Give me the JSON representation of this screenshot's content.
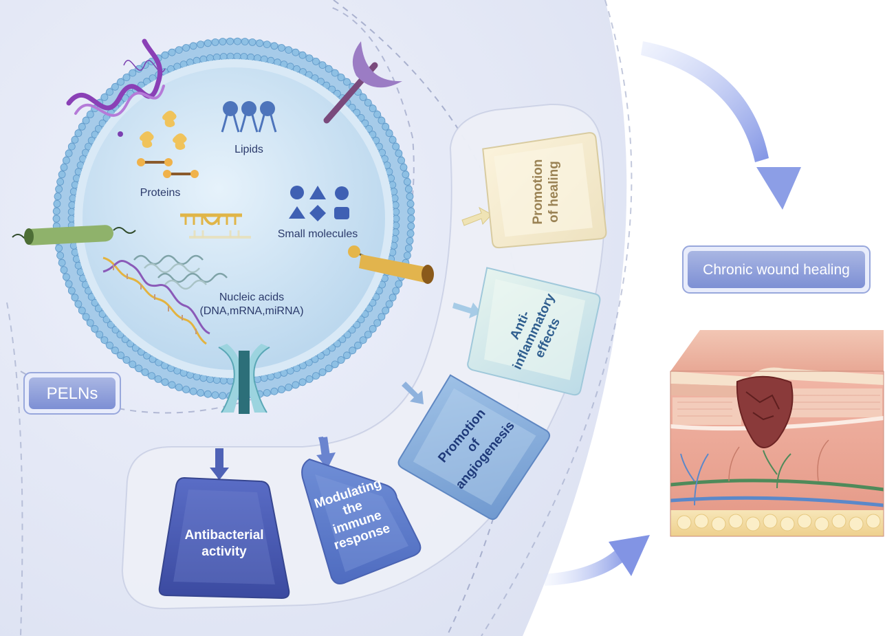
{
  "vesicle": {
    "lipids_label": "Lipids",
    "proteins_label": "Proteins",
    "small_molecules_label": "Small molecules",
    "nucleic_acids_line1": "Nucleic acids",
    "nucleic_acids_line2": "(DNA,mRNA,miRNA)"
  },
  "pelns_label": "PELNs",
  "effects": {
    "promotion_healing": [
      "Promotion",
      "of healing"
    ],
    "anti_inflammatory": [
      "Anti-",
      "inflammatory",
      "effects"
    ],
    "angiogenesis": [
      "Promotion",
      "of",
      "angiogenesis"
    ],
    "immune": [
      "Modulating",
      "the",
      "immune",
      "response"
    ],
    "antibacterial": [
      "Antibacterial",
      "activity"
    ]
  },
  "outcome_label": "Chronic wound healing",
  "colors": {
    "outer_band": "#dfe4f3",
    "vesicle_fill": "#cfe3f3",
    "membrane": "#7fb3da",
    "arrow": "#8fa2e6",
    "dark_card": "#4a5cb4",
    "mid_card": "#6f88cf"
  },
  "icons": [
    "membrane-protein-helix-icon",
    "lipid-icon",
    "protein-icon",
    "small-molecule-icon",
    "rna-icon",
    "dna-helix-icon",
    "ion-channel-icon",
    "receptor-icon",
    "skin-wound-icon"
  ]
}
